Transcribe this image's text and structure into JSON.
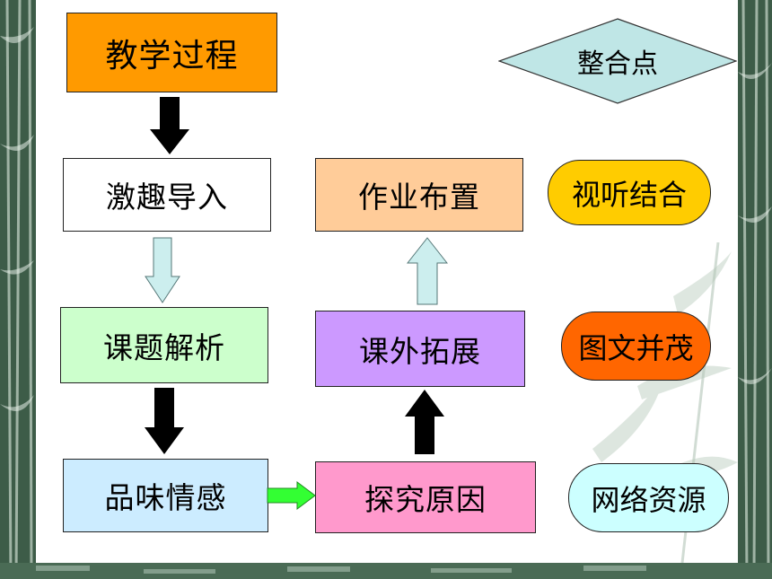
{
  "flow": {
    "process": "教学过程",
    "intro": "激趣导入",
    "analysis": "课题解析",
    "emotion": "品味情感",
    "inquiry": "探究原因",
    "extension": "课外拓展",
    "homework": "作业布置"
  },
  "integration": {
    "header": "整合点",
    "audio_visual": "视听结合",
    "image_text": "图文并茂",
    "web_resources": "网络资源"
  },
  "colors": {
    "process": "#ff9a00",
    "intro": "#ffffff",
    "analysis": "#ccffcc",
    "emotion": "#ccecff",
    "inquiry": "#ff99cc",
    "extension": "#cc99ff",
    "homework": "#ffcc99",
    "diamond": "#bfe6e6",
    "audio_visual": "#ffcc00",
    "image_text": "#ff6600",
    "web_resources": "#ccffff",
    "light_arrow": "#cceeee",
    "green_arrow": "#33ff33"
  }
}
